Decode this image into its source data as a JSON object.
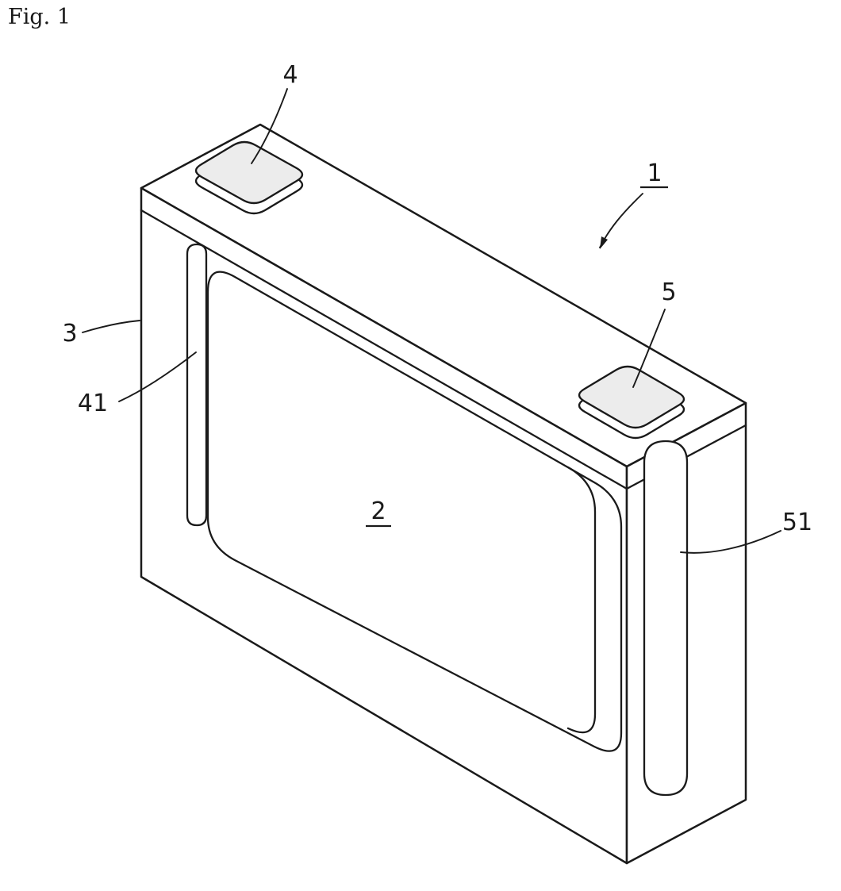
{
  "figure": {
    "caption": "Fig. 1"
  },
  "reference_numerals": {
    "battery": "1",
    "electrode_body": "2",
    "case": "3",
    "terminal_left": "4",
    "terminal_right": "5",
    "left_curved_portion": "41",
    "right_curved_portion": "51"
  },
  "colors": {
    "background": "#ffffff",
    "stroke": "#1a1a1a",
    "terminal_fill": "#ececec"
  }
}
